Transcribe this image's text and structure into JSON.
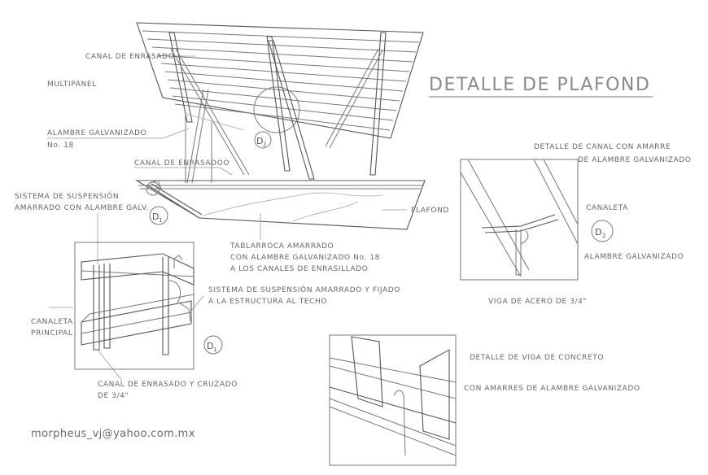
{
  "title": "DETALLE DE PLAFOND",
  "credit": "morpheus_vj@yahoo.com.mx",
  "tags": {
    "d1": "D",
    "d1_sub": "1",
    "d2": "D",
    "d2_sub": "2"
  },
  "labels": {
    "canal_enrasado_top": "CANAL DE ENRASADO",
    "multipanel": "MULTIPANEL",
    "alambre_line1": "ALAMBRE GALVANIZADO",
    "alambre_line2": "No. 18",
    "canal_enrasadoo": "CANAL DE ENRASADOO",
    "sistema_line1": "SISTEMA DE SUSPENSIÓN",
    "sistema_line2": "AMARRADO CON ALAMBRE GALV.",
    "plafond": "PLAFOND",
    "tablarroca_line1": "TABLARROCA AMARRADO",
    "tablarroca_line2": "CON ALAMBRE GALVANIZADO No. 18",
    "tablarroca_line3": "A LOS CANALES DE ENRASILLADO",
    "suspension_line1": "SISTEMA DE SUSPENSIÓN AMARRADO Y FIJADO",
    "suspension_line2": "A LA ESTRUCTURA AL TECHO",
    "canaleta_line1": "CANALETA",
    "canaleta_line2": "PRINCIPAL",
    "canal_cruzado_line1": "CANAL DE ENRASADO Y CRUZADO",
    "canal_cruzado_line2": "DE 3/4\"",
    "detalle_canal_line1": "DETALLE DE CANAL CON AMARRE",
    "detalle_canal_line2": "DE ALAMBRE GALVANIZADO",
    "canaleta_d2": "CANALETA",
    "alambre_d2": "ALAMBRE GALVANIZADO",
    "viga_acero": "VIGA DE ACERO DE  3/4\"",
    "viga_concreto_line1": "DETALLE DE VIGA DE CONCRETO",
    "viga_concreto_line2": "CON AMARRES DE ALAMBRE GALVANIZADO"
  }
}
